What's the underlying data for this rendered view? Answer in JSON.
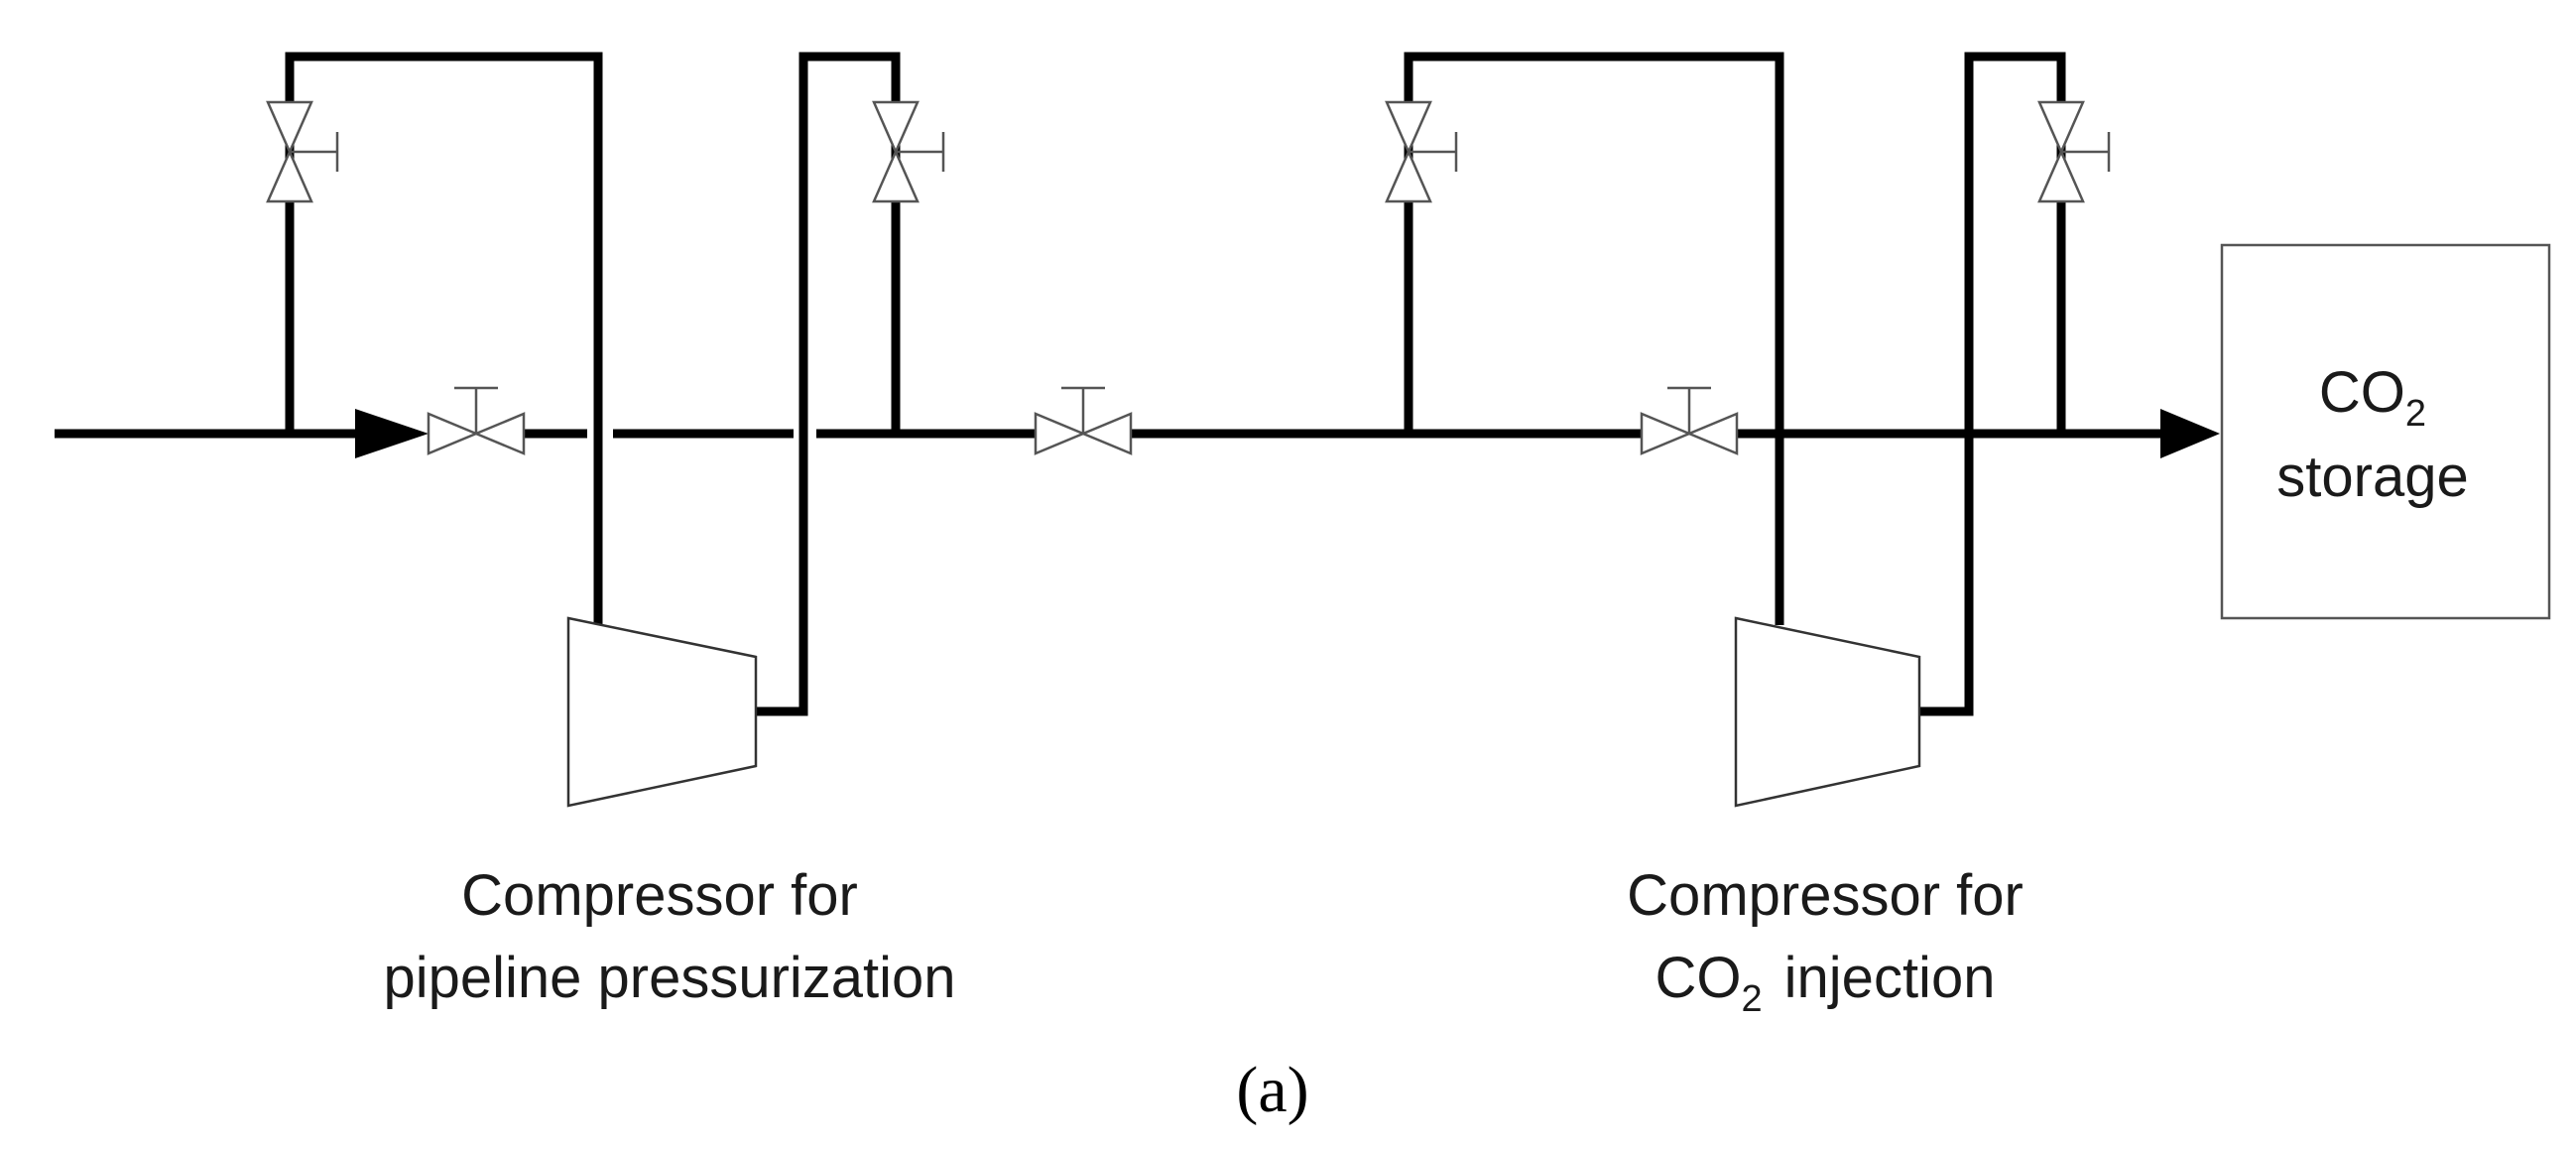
{
  "labels": {
    "compressor_pipeline_line1": "Compressor for",
    "compressor_pipeline_line2": "pipeline pressurization",
    "compressor_injection_line1": "Compressor for",
    "compressor_injection_co": "CO",
    "compressor_injection_sub": "2",
    "compressor_injection_rest": "injection",
    "storage_co": "CO",
    "storage_sub": "2",
    "storage_word": "storage",
    "caption": "(a)"
  },
  "colors": {
    "pipe": "#000000",
    "valve_outline": "#555555",
    "text": "#1a1a1a"
  }
}
